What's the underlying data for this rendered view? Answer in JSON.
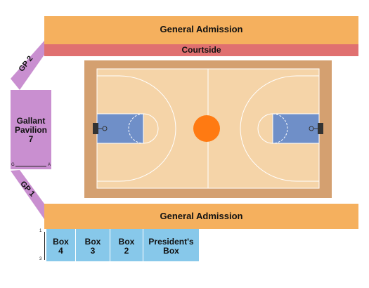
{
  "sections": {
    "ga_top": {
      "label": "General Admission",
      "color": "#f5b05e"
    },
    "courtside": {
      "label": "Courtside",
      "color": "#e07070"
    },
    "gp2": {
      "label": "GP 2",
      "color": "#c98fd0"
    },
    "gallant_pavilion": {
      "label_line1": "Gallant",
      "label_line2": "Pavilion",
      "label_line3": "7",
      "row_start": "G",
      "row_end": "A",
      "color": "#c98fd0"
    },
    "gp1": {
      "label": "GP 1",
      "color": "#c98fd0"
    },
    "ga_bottom": {
      "label": "General Admission",
      "color": "#f5b05e"
    },
    "box4": {
      "line1": "Box",
      "line2": "4",
      "color": "#87c8ea"
    },
    "box3": {
      "line1": "Box",
      "line2": "3",
      "color": "#87c8ea"
    },
    "box2": {
      "line1": "Box",
      "line2": "2",
      "color": "#87c8ea"
    },
    "presidents_box": {
      "line1": "President's",
      "line2": "Box",
      "color": "#87c8ea"
    },
    "box_rows": {
      "top": "1",
      "bottom": "3"
    }
  },
  "court": {
    "border_color": "#d4a070",
    "floor_color": "#f5d4a8",
    "key_color": "#6f8fc8",
    "center_circle_color": "#ff7a12"
  }
}
